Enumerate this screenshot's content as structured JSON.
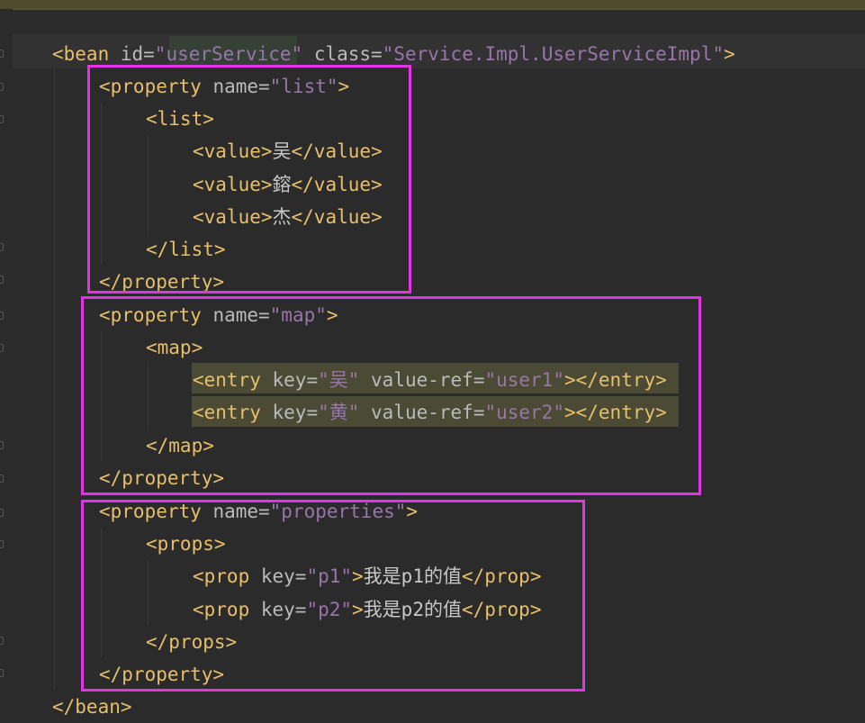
{
  "editor": {
    "lines": [
      [
        [
          "t",
          "<bean "
        ],
        [
          "a",
          "id="
        ],
        [
          "v",
          "\"userService\""
        ],
        [
          "a",
          " class="
        ],
        [
          "v",
          "\"Service.Impl.UserServiceImpl\""
        ],
        [
          "t",
          ">"
        ]
      ],
      [
        [
          "t",
          "<property "
        ],
        [
          "a",
          "name="
        ],
        [
          "v",
          "\"list\""
        ],
        [
          "t",
          ">"
        ]
      ],
      [
        [
          "t",
          "<list>"
        ]
      ],
      [
        [
          "t",
          "<value>"
        ],
        [
          "x",
          "吴"
        ],
        [
          "t",
          "</value>"
        ]
      ],
      [
        [
          "t",
          "<value>"
        ],
        [
          "x",
          "鎔"
        ],
        [
          "t",
          "</value>"
        ]
      ],
      [
        [
          "t",
          "<value>"
        ],
        [
          "x",
          "杰"
        ],
        [
          "t",
          "</value>"
        ]
      ],
      [
        [
          "t",
          "</list>"
        ]
      ],
      [
        [
          "t",
          "</property>"
        ]
      ],
      [
        [
          "t",
          "<property "
        ],
        [
          "a",
          "name="
        ],
        [
          "v",
          "\"map\""
        ],
        [
          "t",
          ">"
        ]
      ],
      [
        [
          "t",
          "<map>"
        ]
      ],
      [
        [
          "t",
          "<entry "
        ],
        [
          "a",
          "key="
        ],
        [
          "v",
          "\"吴\""
        ],
        [
          "a",
          " value-ref="
        ],
        [
          "v",
          "\"user1\""
        ],
        [
          "t",
          "></entry>"
        ]
      ],
      [
        [
          "t",
          "<entry "
        ],
        [
          "a",
          "key="
        ],
        [
          "v",
          "\"黄\""
        ],
        [
          "a",
          " value-ref="
        ],
        [
          "v",
          "\"user2\""
        ],
        [
          "t",
          "></entry>"
        ]
      ],
      [
        [
          "t",
          "</map>"
        ]
      ],
      [
        [
          "t",
          "</property>"
        ]
      ],
      [
        [
          "t",
          "<property "
        ],
        [
          "a",
          "name="
        ],
        [
          "v",
          "\"properties\""
        ],
        [
          "t",
          ">"
        ]
      ],
      [
        [
          "t",
          "<props>"
        ]
      ],
      [
        [
          "t",
          "<prop "
        ],
        [
          "a",
          "key="
        ],
        [
          "v",
          "\"p1\""
        ],
        [
          "t",
          ">"
        ],
        [
          "x",
          "我是p1的值"
        ],
        [
          "t",
          "</prop>"
        ]
      ],
      [
        [
          "t",
          "<prop "
        ],
        [
          "a",
          "key="
        ],
        [
          "v",
          "\"p2\""
        ],
        [
          "t",
          ">"
        ],
        [
          "x",
          "我是p2的值"
        ],
        [
          "t",
          "</prop>"
        ]
      ],
      [
        [
          "t",
          "</props>"
        ]
      ],
      [
        [
          "t",
          "</property>"
        ]
      ],
      [
        [
          "t",
          "</bean>"
        ]
      ]
    ]
  },
  "colors": {
    "tag": "#e8bf6a",
    "attribute": "#bababa",
    "value": "#9876aa",
    "text": "#c8c8c8",
    "annotation_box": "#e234e2",
    "entry_highlight": "#4a4a35",
    "background": "#2b2b2b"
  }
}
